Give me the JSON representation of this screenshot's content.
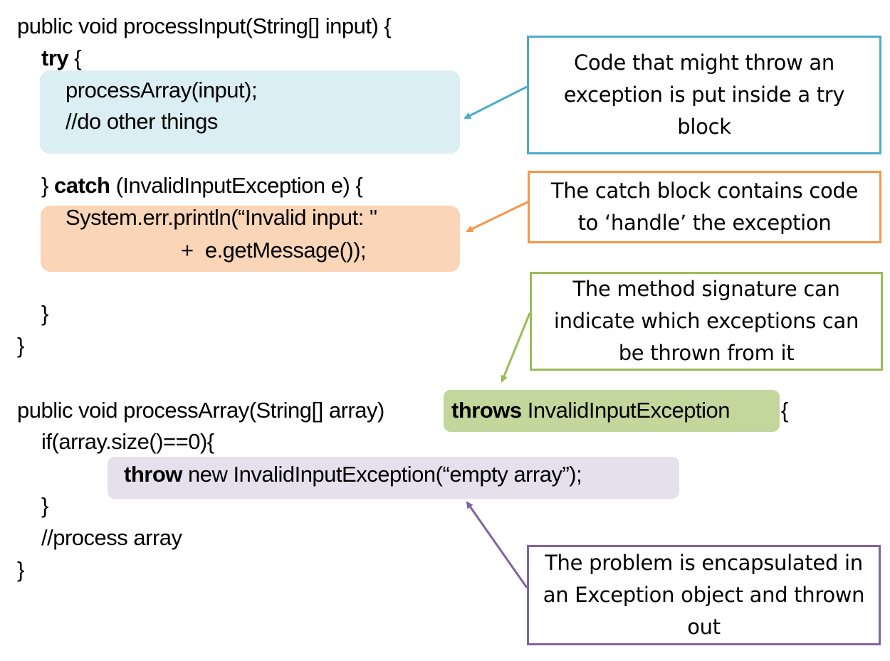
{
  "code_lines": {
    "l1": "public void processInput(String[] input) {",
    "l2_kw": "try",
    "l2_rest": " {",
    "l3": "processArray(input);",
    "l4": "//do other things",
    "l5_pre": "} ",
    "l5_kw": "catch",
    "l5_rest": " (InvalidInputException e) {",
    "l6": "System.err.println(“Invalid input: \"",
    "l7": "+  e.getMessage());",
    "l8": "}",
    "l9": "}",
    "l10_pre": "public void processArray(String[] array)",
    "l10_kw": "throws",
    "l10_rest": " InvalidInputException",
    "l10_brace": "{",
    "l11": "if(array.size()==0){",
    "l12_kw": "throw",
    "l12_rest": " new InvalidInputException(“empty array”);",
    "l13": "}",
    "l14": "//process array",
    "l15": "}"
  },
  "callouts": {
    "try": "Code that might throw an exception is put inside a try block",
    "catch": "The catch block contains code to ‘handle’ the exception",
    "signature": "The method signature can indicate which exceptions can be thrown from it",
    "throw": "The problem is encapsulated in an Exception object and thrown out"
  },
  "colors": {
    "try_fill": "#dbeef3",
    "try_border": "#4bacc6",
    "catch_fill": "#fad5b7",
    "catch_border": "#f79646",
    "throws_fill": "#c3d69b",
    "signature_border": "#9bbb59",
    "throw_fill": "#e5e0ec",
    "throw_border": "#8064a2"
  }
}
